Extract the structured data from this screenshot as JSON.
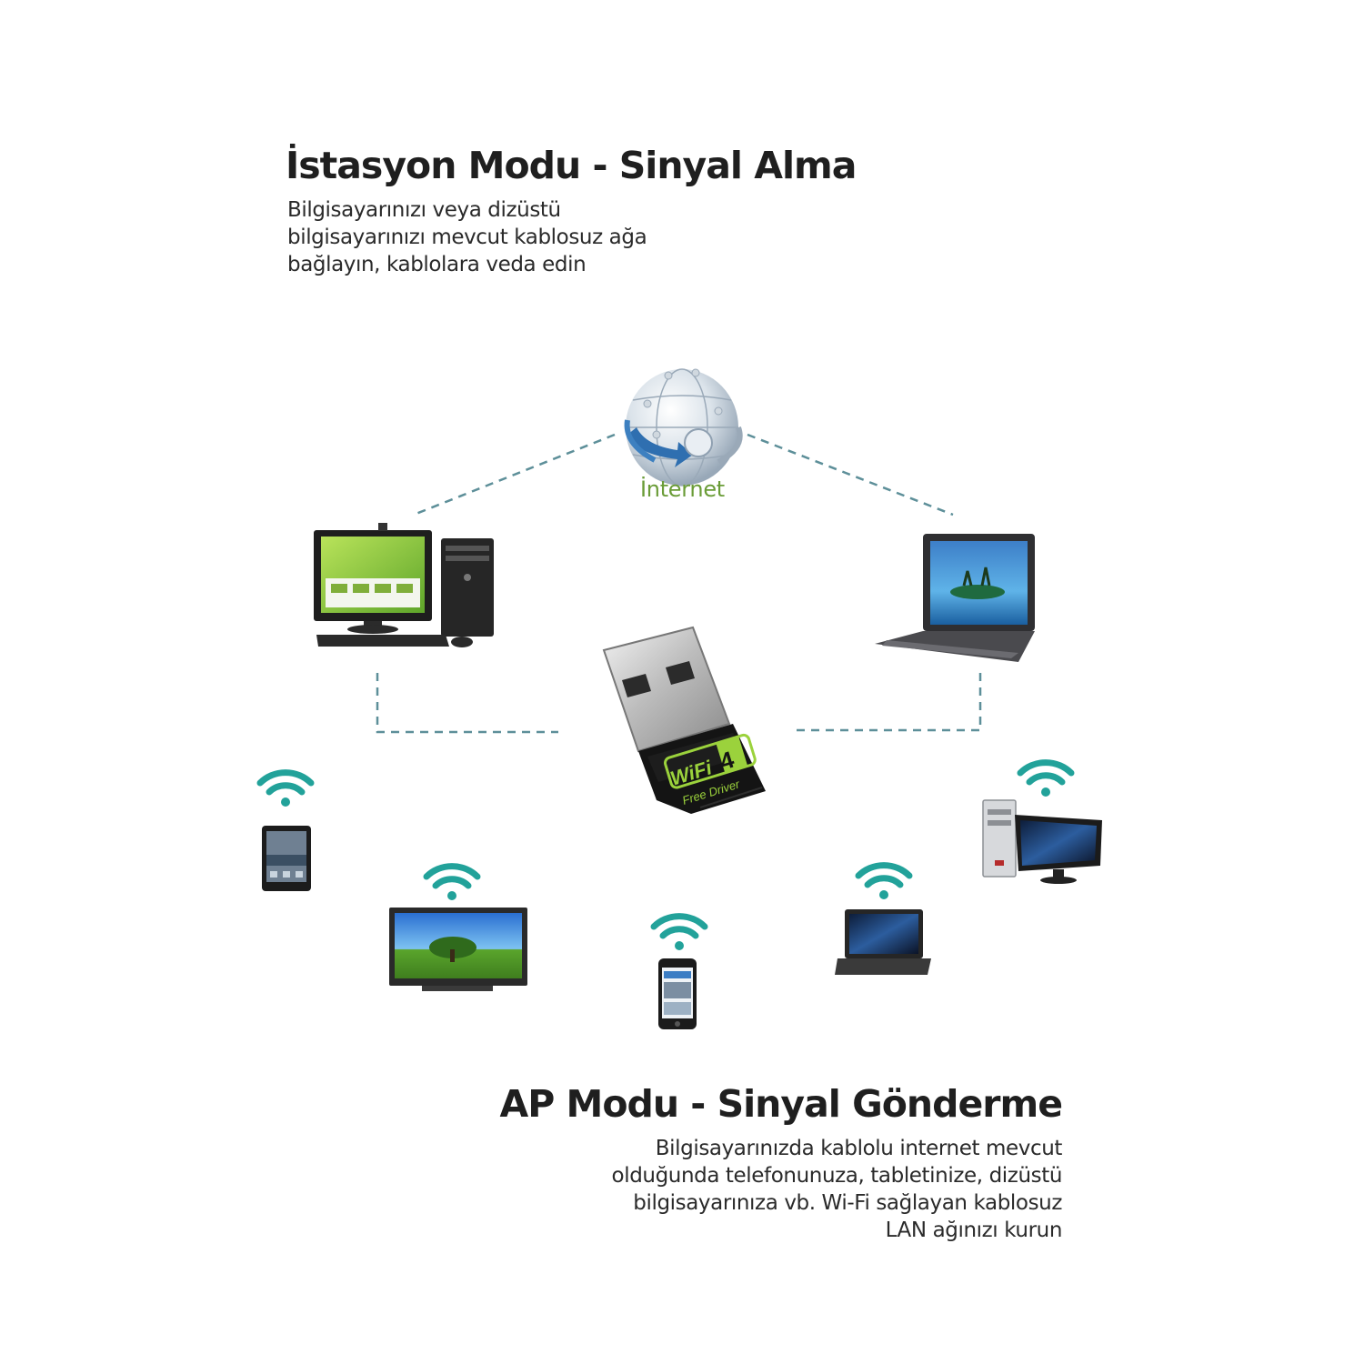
{
  "station": {
    "title": "İstasyon Modu - Sinyal Alma",
    "lines": [
      "Bilgisayarınızı veya dizüstü",
      "bilgisayarınızı mevcut kablosuz ağa",
      "bağlayın, kablolara veda edin"
    ]
  },
  "ap": {
    "title": "AP Modu - Sinyal Gönderme",
    "lines": [
      "Bilgisayarınızda kablolu internet mevcut",
      "olduğunda telefonunuza, tabletinize, dizüstü",
      "bilgisayarınıza vb. Wi-Fi sağlayan kablosuz",
      "LAN ağınızı kurun"
    ]
  },
  "internet": {
    "label": "İnternet",
    "icon": "globe-icon"
  },
  "adapter": {
    "icon": "usb-wifi-adapter-icon",
    "badge_text": "WiFi",
    "badge_number": "4",
    "driver_text": "Free Driver"
  },
  "colors": {
    "wifi_signal": "#22a29a",
    "connector": "#5d8f99",
    "internet_label": "#6a9c37",
    "adapter_accent": "#9bd23c"
  }
}
